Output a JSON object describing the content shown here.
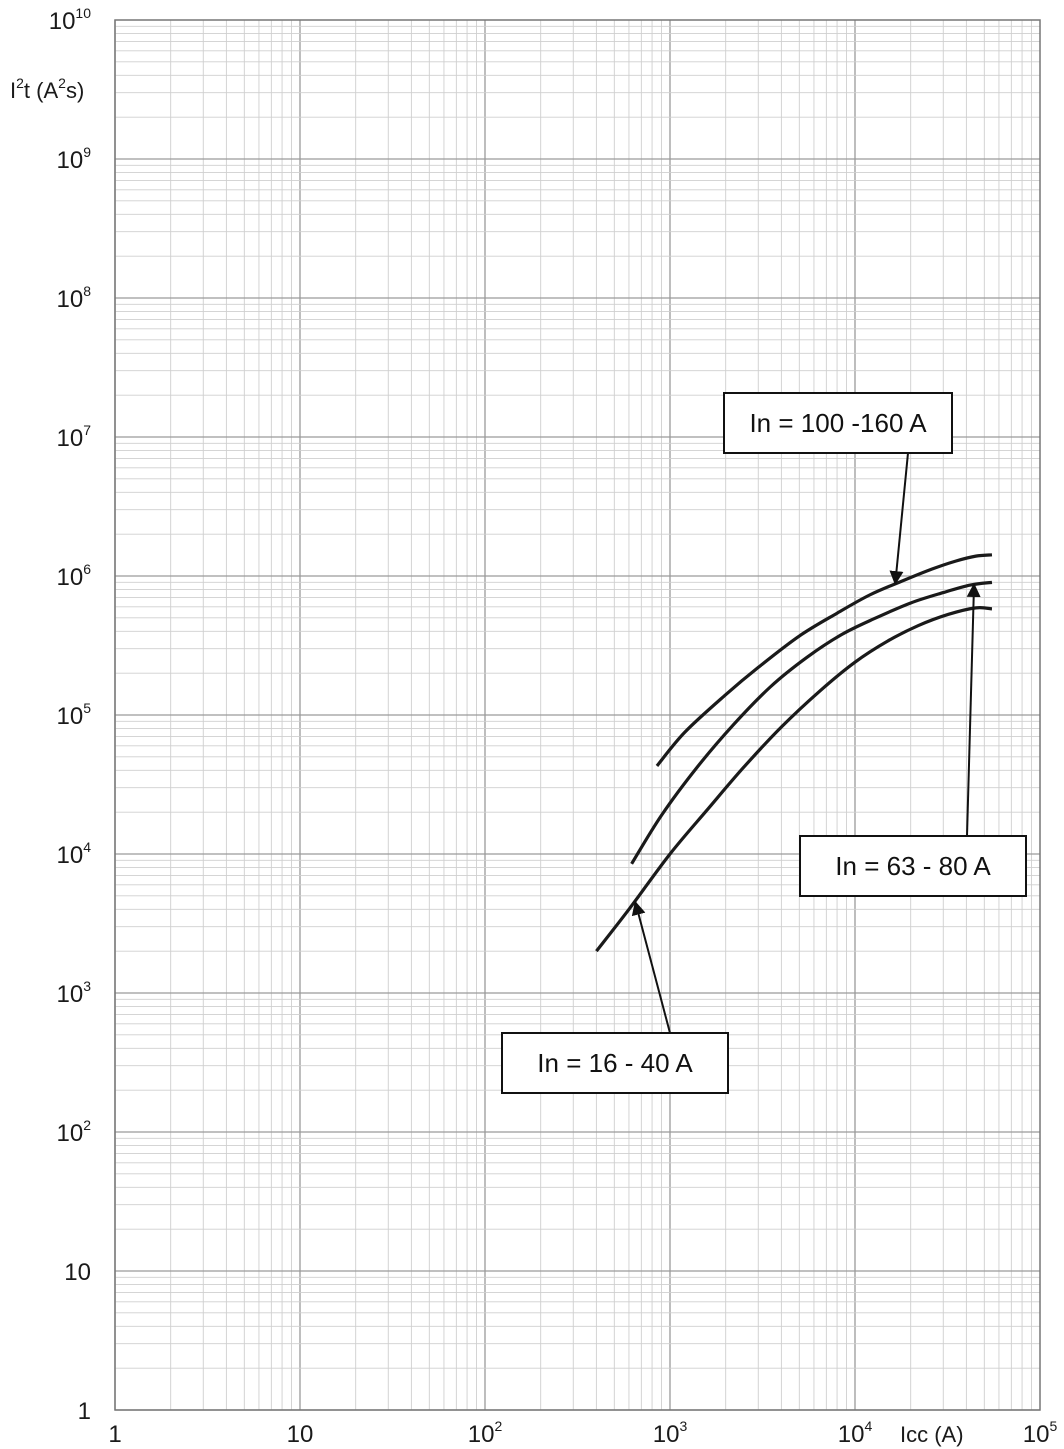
{
  "chart_data": {
    "type": "line",
    "x_scale": "log",
    "y_scale": "log",
    "xlim": [
      1,
      100000
    ],
    "ylim": [
      1,
      10000000000
    ],
    "grid": true,
    "x_ticks": [
      {
        "value": 1,
        "base": "1",
        "exp": ""
      },
      {
        "value": 10,
        "base": "10",
        "exp": ""
      },
      {
        "value": 100,
        "base": "10",
        "exp": "2"
      },
      {
        "value": 1000,
        "base": "10",
        "exp": "3"
      },
      {
        "value": 10000,
        "base": "10",
        "exp": "4"
      },
      {
        "value": 100000,
        "base": "10",
        "exp": "5"
      }
    ],
    "y_ticks": [
      {
        "value": 1,
        "base": "1",
        "exp": ""
      },
      {
        "value": 10,
        "base": "10",
        "exp": ""
      },
      {
        "value": 100,
        "base": "10",
        "exp": "2"
      },
      {
        "value": 1000,
        "base": "10",
        "exp": "3"
      },
      {
        "value": 10000,
        "base": "10",
        "exp": "4"
      },
      {
        "value": 100000,
        "base": "10",
        "exp": "5"
      },
      {
        "value": 1000000,
        "base": "10",
        "exp": "6"
      },
      {
        "value": 10000000,
        "base": "10",
        "exp": "7"
      },
      {
        "value": 100000000,
        "base": "10",
        "exp": "8"
      },
      {
        "value": 1000000000,
        "base": "10",
        "exp": "9"
      },
      {
        "value": 10000000000,
        "base": "10",
        "exp": "10"
      }
    ],
    "xlabel": {
      "base": "Icc (A)",
      "sup": ""
    },
    "ylabel": {
      "pre": "I",
      "sup1": "2",
      "mid": "t (A",
      "sup2": "2",
      "post": "s)"
    },
    "series": [
      {
        "name": "In = 100 -160 A",
        "x": [
          850,
          1200,
          2000,
          3000,
          5000,
          8000,
          12000,
          18000,
          26000,
          35000,
          45000,
          55000
        ],
        "y": [
          43000,
          75000,
          140000,
          220000,
          370000,
          540000,
          730000,
          920000,
          1120000,
          1280000,
          1390000,
          1420000
        ]
      },
      {
        "name": "In = 63 - 80 A",
        "x": [
          620,
          900,
          1400,
          2200,
          3500,
          5500,
          8500,
          13000,
          20000,
          30000,
          42000,
          55000
        ],
        "y": [
          8500,
          19000,
          42000,
          85000,
          160000,
          260000,
          380000,
          500000,
          640000,
          760000,
          860000,
          900000
        ]
      },
      {
        "name": "In = 16 - 40 A",
        "x": [
          400,
          600,
          1000,
          1600,
          2500,
          4000,
          6500,
          10000,
          15000,
          22000,
          32000,
          45000,
          55000
        ],
        "y": [
          2000,
          4000,
          10000,
          21000,
          42000,
          82000,
          150000,
          240000,
          340000,
          440000,
          530000,
          590000,
          580000
        ]
      }
    ],
    "annotations": [
      {
        "text": "In = 100 -160 A",
        "series": 0,
        "point_x": 16500,
        "point_y": 880000
      },
      {
        "text": "In = 63 - 80 A",
        "series": 1,
        "point_x": 44000,
        "point_y": 870000
      },
      {
        "text": "In = 16 - 40 A",
        "series": 2,
        "point_x": 650,
        "point_y": 4500
      }
    ]
  }
}
